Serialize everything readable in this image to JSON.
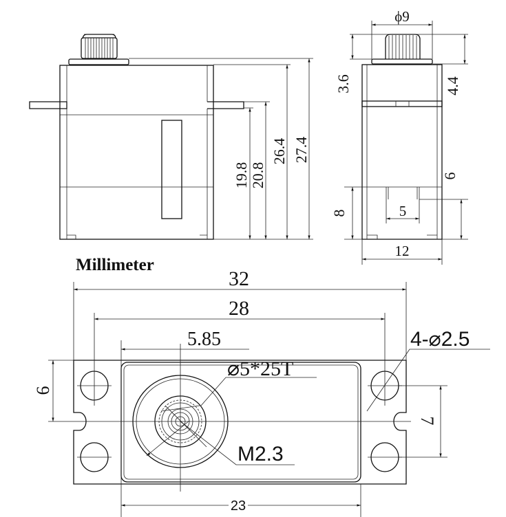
{
  "unit_label": "Millimeter",
  "front_view": {
    "dims": [
      "19.8",
      "20.8",
      "26.4",
      "27.4"
    ]
  },
  "side_view": {
    "spline_diameter": "ϕ9",
    "spline_height": "3.6",
    "top_height": "4.4",
    "connector_offset": "6",
    "connector_height": "8",
    "connector_width": "5",
    "body_width": "12"
  },
  "bottom_view": {
    "overall_length": "32",
    "hole_spacing": "28",
    "shaft_offset": "5.85",
    "mount_holes": "4-⌀2.5",
    "spline_spec": "⌀5*25T",
    "screw": "M2.3",
    "hole_offset": "6",
    "hole_pitch": "7",
    "body_length": "23"
  }
}
